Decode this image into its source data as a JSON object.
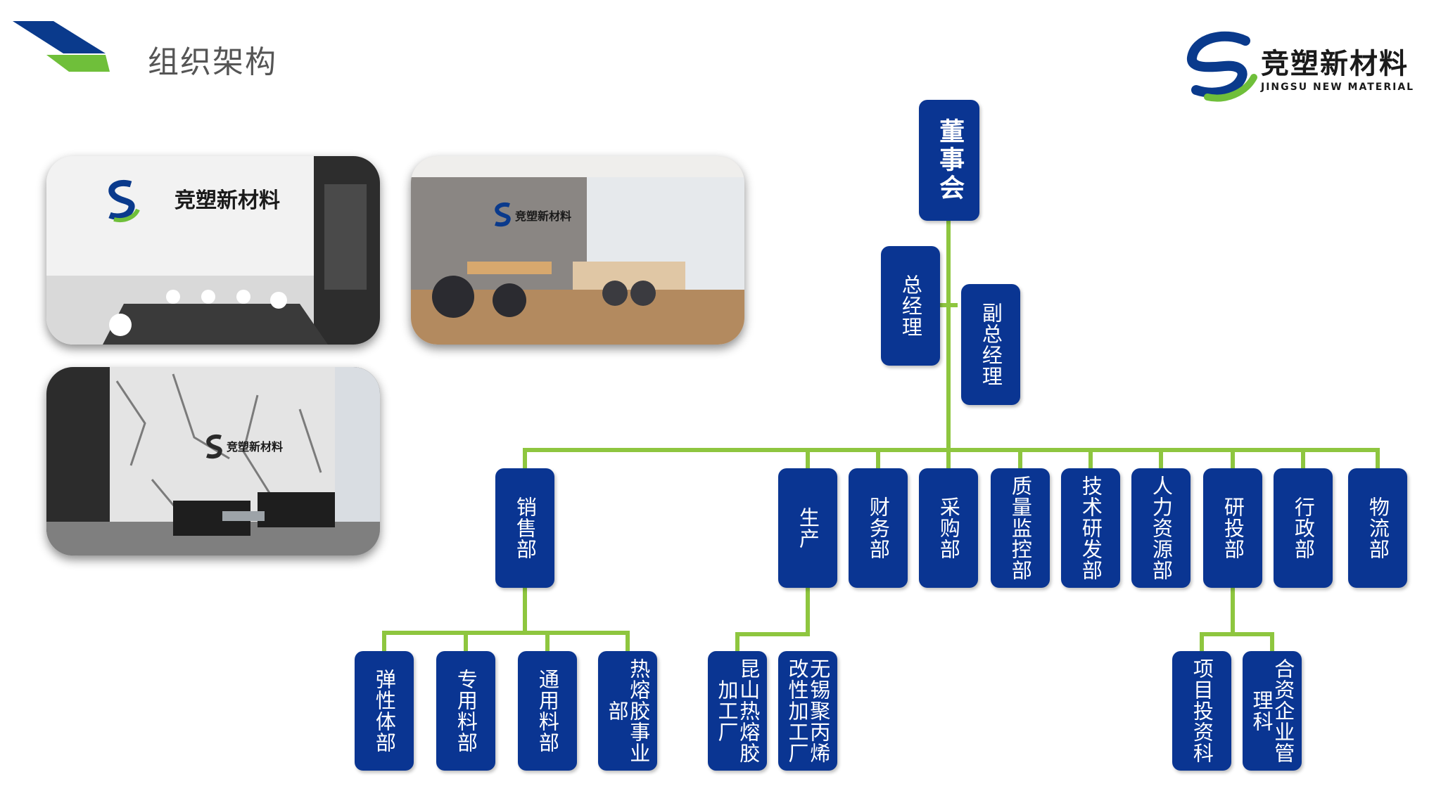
{
  "page": {
    "title": "组织架构"
  },
  "logo": {
    "name_cn": "竞塑新材料",
    "name_en": "JINGSU NEW MATERIAL"
  },
  "colors": {
    "node_blue": "#0a3592",
    "line_green": "#8ec63f",
    "chevron_blue": "#0a3a8c",
    "chevron_green": "#6fbf3a"
  },
  "chart_data": {
    "type": "tree",
    "root": "董事会",
    "levels": {
      "executives": [
        "总经理",
        "副总经理"
      ],
      "departments": [
        "销售部",
        "生产",
        "财务部",
        "采购部",
        "质量监控部",
        "技术研发部",
        "人力资源部",
        "研投部",
        "行政部",
        "物流部"
      ]
    },
    "children": {
      "销售部": [
        "弹性体部",
        "专用料部",
        "通用料部",
        "热熔胶事业部"
      ],
      "生产": [
        "昆山热熔胶加工厂",
        "无锡聚丙烯改性加工厂"
      ],
      "研投部": [
        "项目投资科",
        "合资企业管理科"
      ]
    }
  }
}
